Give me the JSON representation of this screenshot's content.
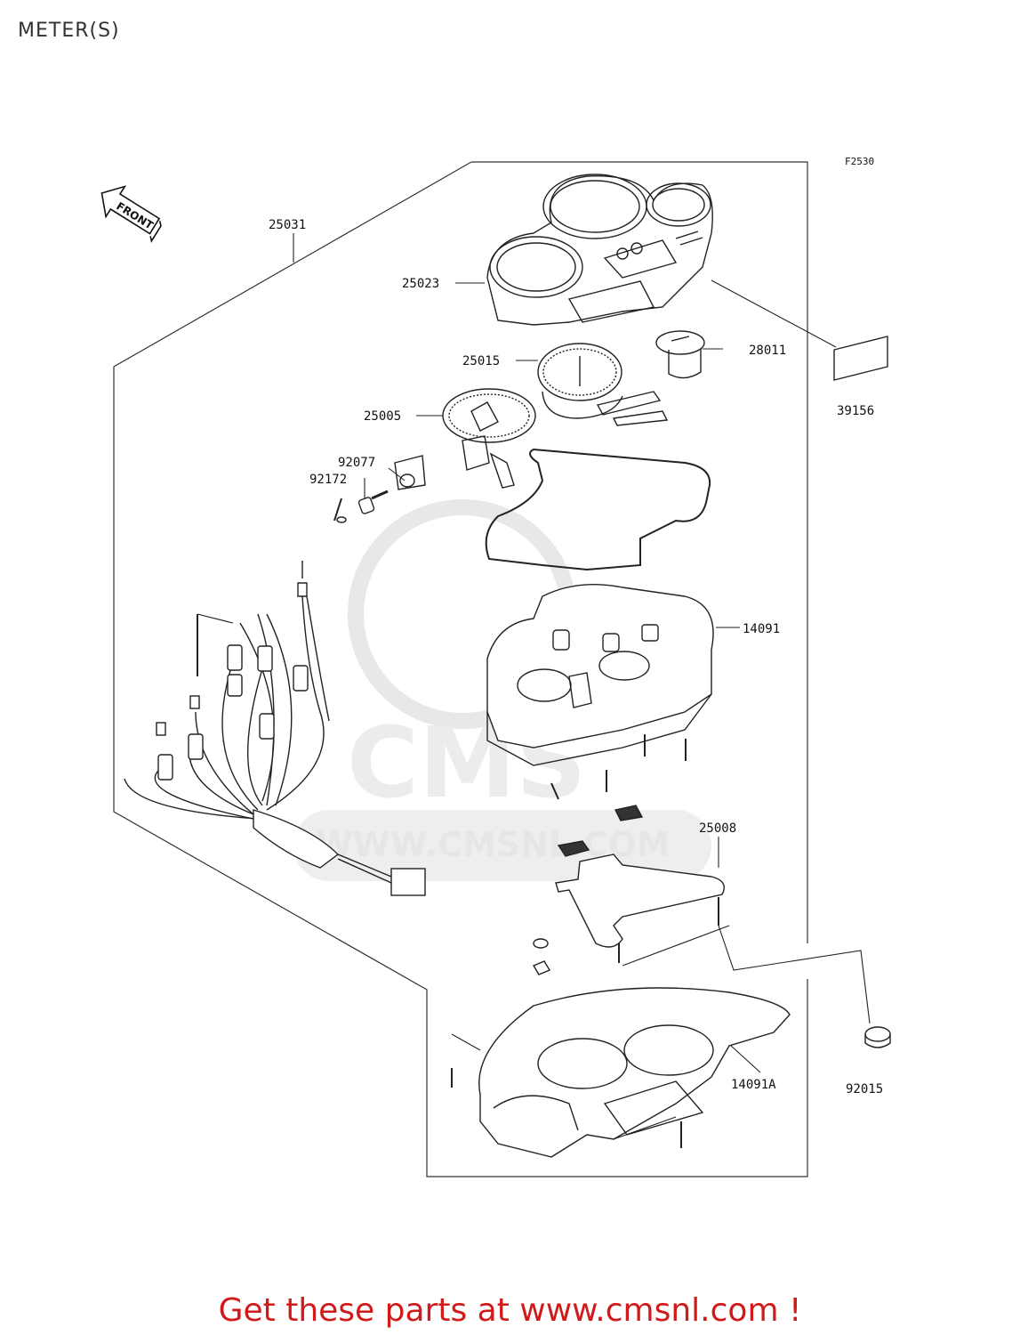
{
  "page": {
    "title": "METER(S)"
  },
  "diagram": {
    "figure_code": "F2530",
    "front_label": "FRONT",
    "watermark": {
      "brand": "CMS",
      "url": "WWW.CMSNL.COM"
    },
    "parts": {
      "p25031": "25031",
      "p25023": "25023",
      "p25015": "25015",
      "p28011": "28011",
      "p39156": "39156",
      "p25005": "25005",
      "p92077": "92077",
      "p92172": "92172",
      "p14091": "14091",
      "p25008": "25008",
      "p14091A": "14091A",
      "p92015": "92015"
    }
  },
  "footer": {
    "cta": "Get these parts at www.cmsnl.com !",
    "color": "#d11a1a"
  }
}
